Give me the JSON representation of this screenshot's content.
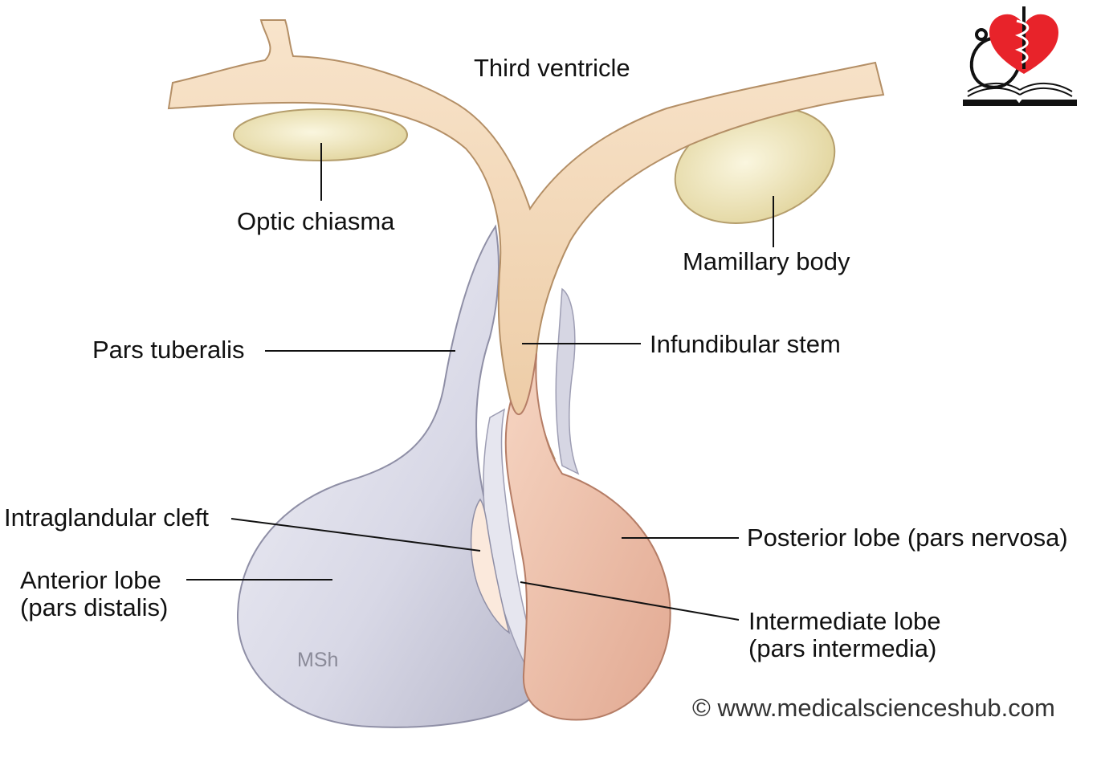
{
  "labels": {
    "third_ventricle": "Third ventricle",
    "optic_chiasma": "Optic chiasma",
    "mamillary_body": "Mamillary body",
    "pars_tuberalis": "Pars tuberalis",
    "infundibular_stem": "Infundibular stem",
    "intraglandular_cleft": "Intraglandular cleft",
    "anterior_lobe_line1": "Anterior lobe",
    "anterior_lobe_line2": "(pars distalis)",
    "posterior_lobe": "Posterior lobe (pars nervosa)",
    "intermediate_lobe_line1": "Intermediate lobe",
    "intermediate_lobe_line2": "(pars intermedia)"
  },
  "watermark": "MSh",
  "copyright": "© www.medicalscienceshub.com",
  "colors": {
    "hypothalamus_tract": "#f3d7b4",
    "anterior_lobe": "#dcdce8",
    "posterior_lobe": "#eab9a3",
    "optic_chiasma": "#eee5bd",
    "logo_heart": "#e8232a",
    "leader_line": "#111111"
  },
  "logo_icons": [
    "stethoscope-icon",
    "heart-icon",
    "rod-of-asclepius-icon",
    "open-book-icon"
  ]
}
